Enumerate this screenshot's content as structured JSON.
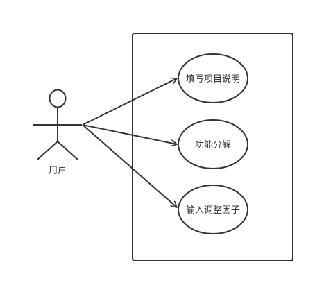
{
  "diagram": {
    "actor": {
      "label": "用户"
    },
    "use_cases": [
      {
        "label": "填写项目说明"
      },
      {
        "label": "功能分解"
      },
      {
        "label": "输入调整因子"
      }
    ]
  },
  "colors": {
    "line": "#333333",
    "background": "#ffffff"
  }
}
